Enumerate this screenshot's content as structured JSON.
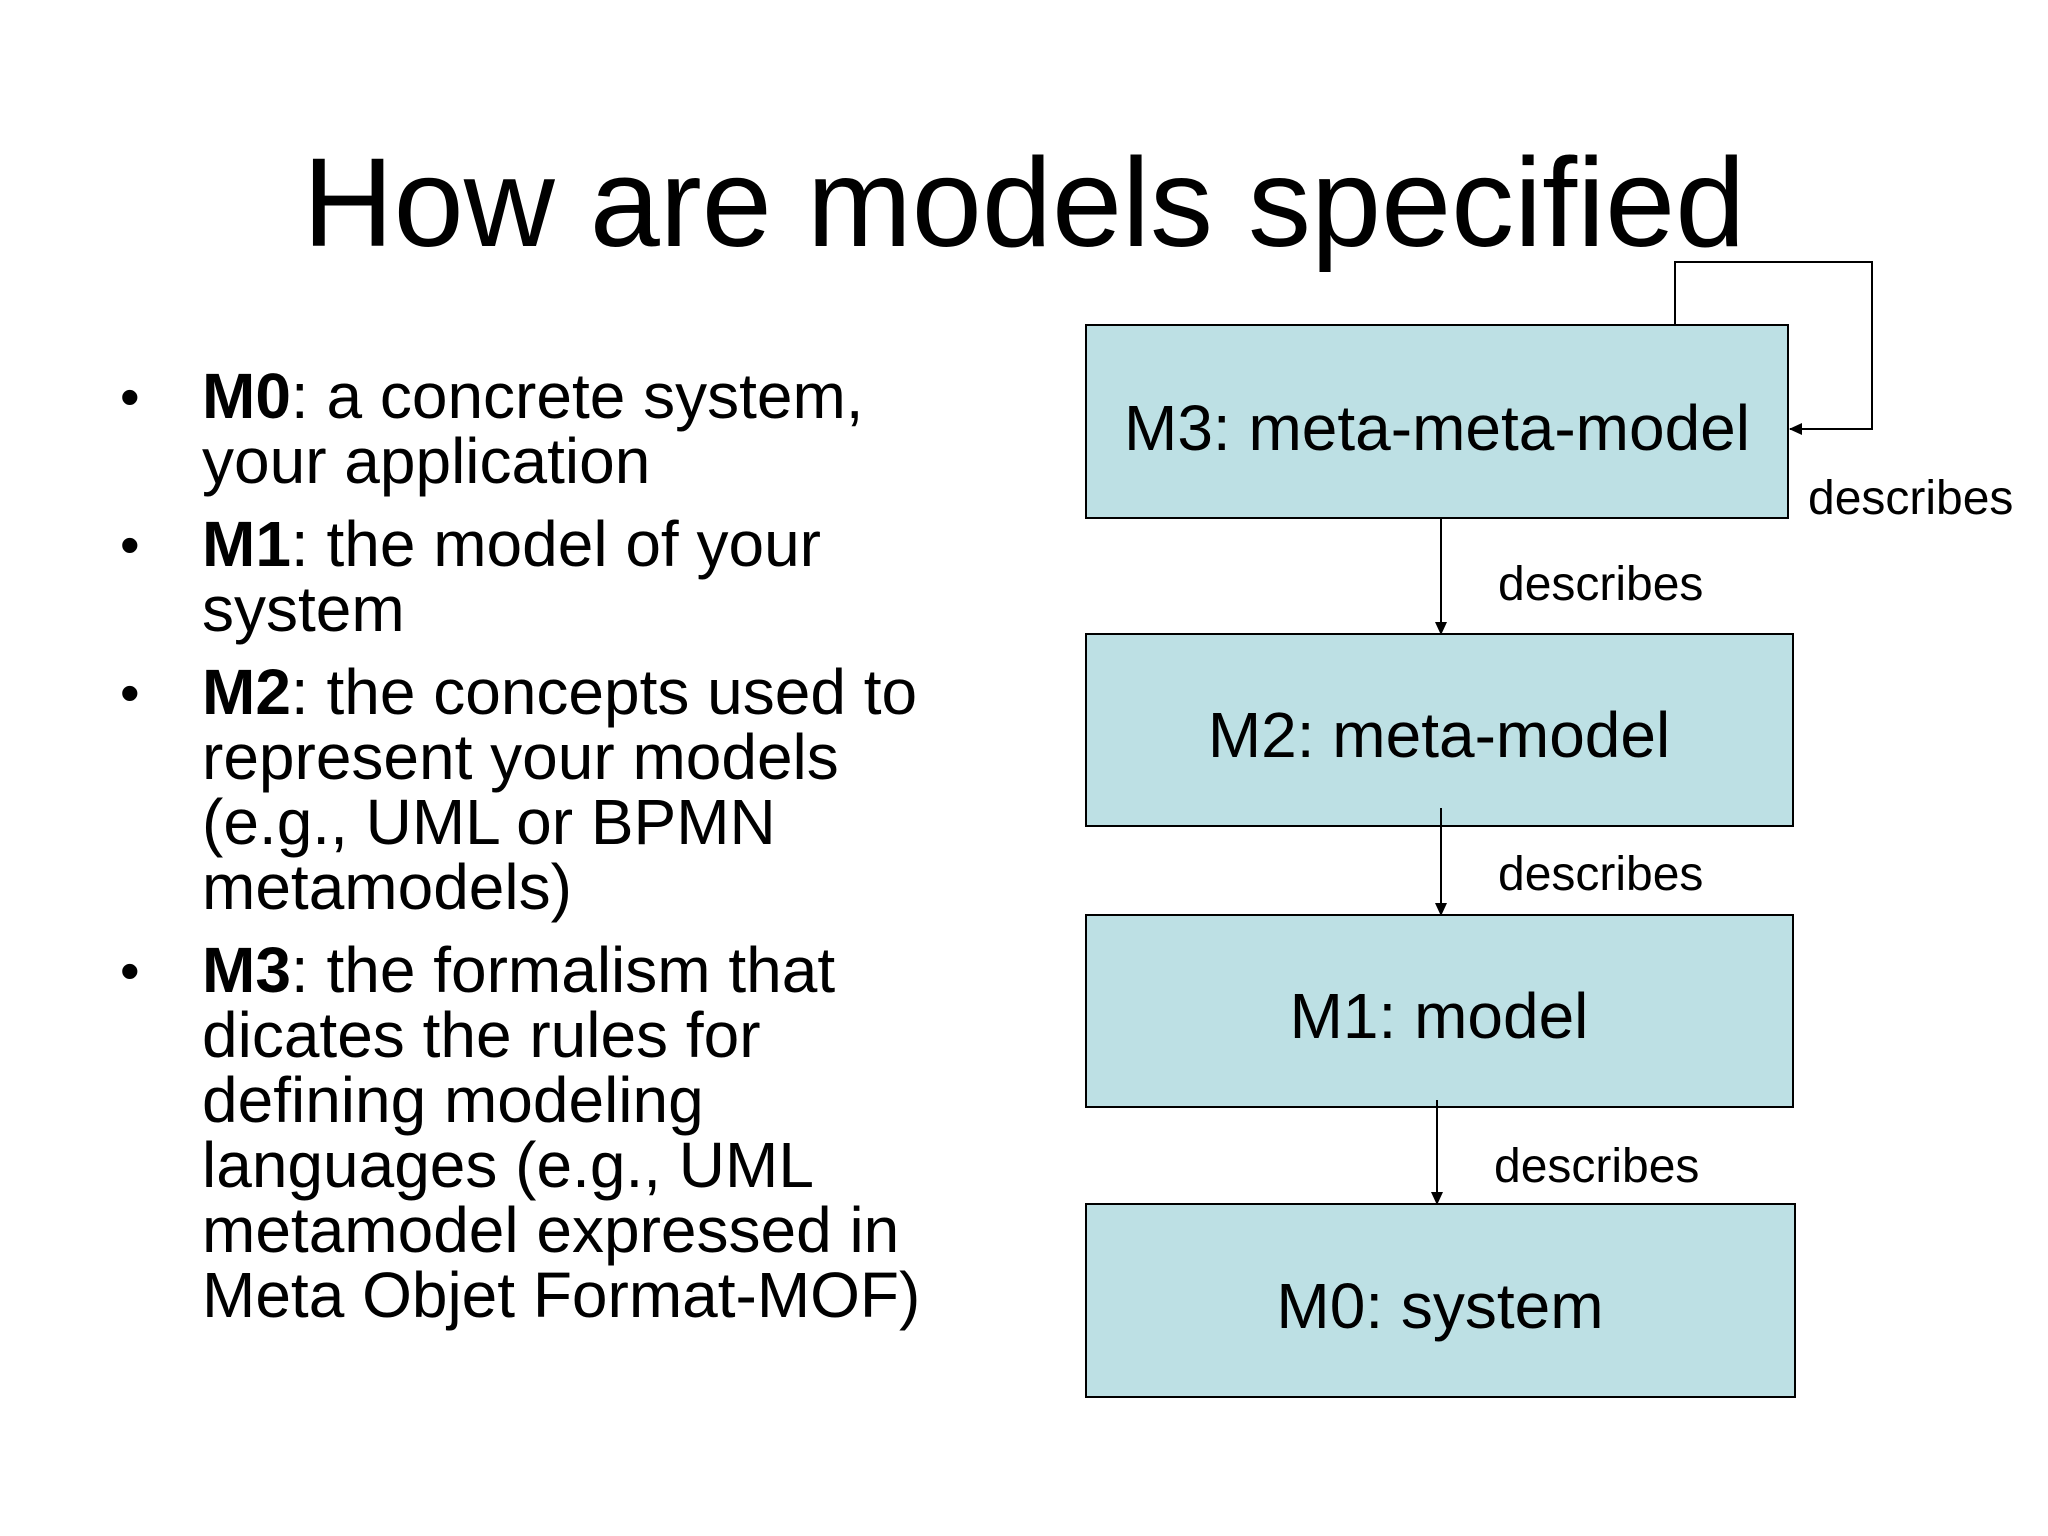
{
  "slide": {
    "title": "How are models specified",
    "bullets": [
      {
        "term": "M0",
        "lines": [
          ": a concrete system,",
          "your application"
        ]
      },
      {
        "term": "M1",
        "lines": [
          ": the model of your",
          "system"
        ]
      },
      {
        "term": "M2",
        "lines": [
          ": the concepts used to",
          "represent your models",
          "(e.g., UML or BPMN",
          "metamodels)"
        ]
      },
      {
        "term": "M3",
        "lines": [
          ": the formalism that",
          "dicates the rules for",
          "defining modeling",
          "languages (e.g., UML",
          "metamodel expressed in",
          "Meta Objet Format-MOF)"
        ]
      }
    ]
  },
  "diagram": {
    "box_fill": "#bde0e4",
    "boxes": [
      {
        "id": "m3",
        "label": "M3: meta-meta-model"
      },
      {
        "id": "m2",
        "label": "M2: meta-model"
      },
      {
        "id": "m1",
        "label": "M1: model"
      },
      {
        "id": "m0",
        "label": "M0: system"
      }
    ],
    "edges": [
      {
        "from": "m3",
        "to": "m3",
        "label": "describes"
      },
      {
        "from": "m3",
        "to": "m2",
        "label": "describes"
      },
      {
        "from": "m2",
        "to": "m1",
        "label": "describes"
      },
      {
        "from": "m1",
        "to": "m0",
        "label": "describes"
      }
    ]
  }
}
